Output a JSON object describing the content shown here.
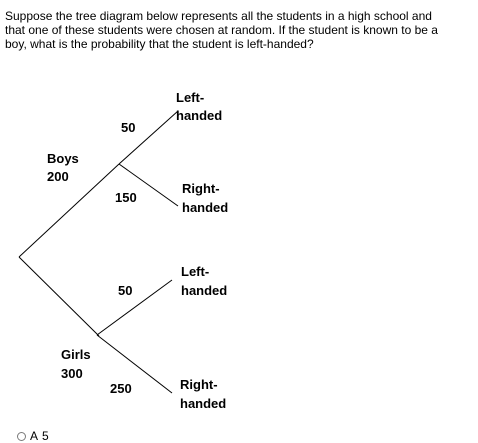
{
  "question": {
    "text": "Suppose the tree diagram below represents all the students in a high school and that one of these students were chosen at random. If the student is known to be a boy, what is the probability that the student is left-handed?"
  },
  "tree": {
    "boys": {
      "label": "Boys",
      "count": "200"
    },
    "girls": {
      "label": "Girls",
      "count": "300"
    },
    "boys_left": {
      "count": "50",
      "label_line1": "Left-",
      "label_line2": "handed"
    },
    "boys_right": {
      "count": "150",
      "label_line1": "Right-",
      "label_line2": "handed"
    },
    "girls_left": {
      "count": "50",
      "label_line1": "Left-",
      "label_line2": "handed"
    },
    "girls_right": {
      "count": "250",
      "label_line1": "Right-",
      "label_line2": "handed"
    }
  },
  "answers": {
    "first_option_letter": "A",
    "first_option_text": "5"
  }
}
